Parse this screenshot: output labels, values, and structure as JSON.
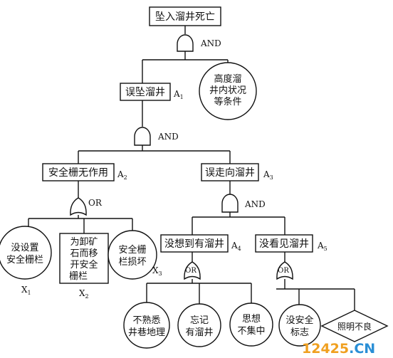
{
  "top_event": "坠入溜井死亡",
  "gate_and_1": "AND",
  "event_a1": {
    "label": "误坠溜井",
    "code": "A",
    "sub": "1"
  },
  "condition_circle": [
    "高度溜",
    "井内状况",
    "等条件"
  ],
  "gate_and_2": "AND",
  "event_a2": {
    "label": "安全栅无作用",
    "code": "A",
    "sub": "2"
  },
  "event_a3": {
    "label": "误走向溜井",
    "code": "A",
    "sub": "3"
  },
  "gate_or_1": "OR",
  "x1": {
    "lines": [
      "没设置",
      "安全栅栏"
    ],
    "code": "X",
    "sub": "1"
  },
  "x2": {
    "lines": [
      "为卸矿",
      "石而移",
      "开安全",
      "栅栏"
    ],
    "code": "X",
    "sub": "2"
  },
  "x3": {
    "lines": [
      "安全栅",
      "栏损坏"
    ],
    "code": "X",
    "sub": "3"
  },
  "gate_and_3": "AND",
  "event_a4": {
    "label": "没想到有溜井",
    "code": "A",
    "sub": "4"
  },
  "event_a5": {
    "label": "没看见溜井",
    "code": "A",
    "sub": "5"
  },
  "gate_or_2": "OR",
  "gate_or_3": "OR",
  "b1": [
    "不熟悉",
    "井巷地理"
  ],
  "b2": [
    "忘记",
    "有溜井"
  ],
  "b3": [
    "思想",
    "不集中"
  ],
  "b4": [
    "没安全",
    "标志"
  ],
  "b5": "照明不良",
  "watermark": {
    "digits": "12425",
    "suffix": ".CN",
    "digit_color": "#f0a020",
    "suffix_color": "#2a8fd6"
  }
}
